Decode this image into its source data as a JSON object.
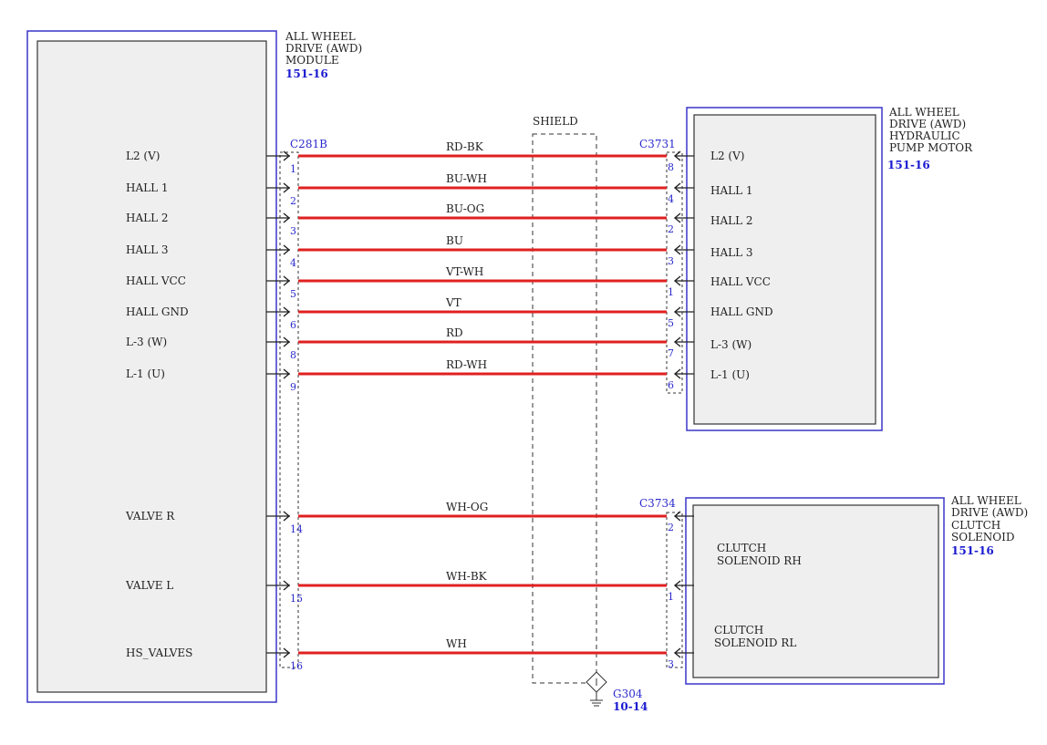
{
  "shield_label": "SHIELD",
  "colors": {
    "wire": "#e02020",
    "frame": "#3a35c8",
    "box_fill": "#efefef",
    "pin_text": "#2a2acc"
  },
  "module": {
    "title_lines": [
      "ALL WHEEL",
      "DRIVE (AWD)",
      "MODULE"
    ],
    "ref": "151-16",
    "connector": "C281B",
    "pins": [
      "L2 (V)",
      "HALL 1",
      "HALL 2",
      "HALL 3",
      "HALL VCC",
      "HALL GND",
      "L-3 (W)",
      "L-1 (U)",
      "VALVE R",
      "VALVE L",
      "HS_VALVES"
    ]
  },
  "pump": {
    "title_lines": [
      "ALL WHEEL",
      "DRIVE (AWD)",
      "HYDRAULIC",
      "PUMP MOTOR"
    ],
    "ref": "151-16",
    "connector": "C3731",
    "pins": [
      "L2 (V)",
      "HALL 1",
      "HALL 2",
      "HALL 3",
      "HALL VCC",
      "HALL GND",
      "L-3 (W)",
      "L-1 (U)"
    ]
  },
  "solenoid": {
    "title_lines": [
      "ALL WHEEL",
      "DRIVE (AWD)",
      "CLUTCH",
      "SOLENOID"
    ],
    "ref": "151-16",
    "connector": "C3734",
    "components": [
      {
        "lines": [
          "CLUTCH",
          "SOLENOID RH"
        ]
      },
      {
        "lines": [
          "CLUTCH",
          "SOLENOID RL"
        ]
      }
    ]
  },
  "wires": [
    {
      "color": "RD-BK",
      "left_pin": "1",
      "right_pin": "8"
    },
    {
      "color": "BU-WH",
      "left_pin": "2",
      "right_pin": "4"
    },
    {
      "color": "BU-OG",
      "left_pin": "3",
      "right_pin": "2"
    },
    {
      "color": "BU",
      "left_pin": "4",
      "right_pin": "3"
    },
    {
      "color": "VT-WH",
      "left_pin": "5",
      "right_pin": "1"
    },
    {
      "color": "VT",
      "left_pin": "6",
      "right_pin": "5"
    },
    {
      "color": "RD",
      "left_pin": "8",
      "right_pin": "7"
    },
    {
      "color": "RD-WH",
      "left_pin": "9",
      "right_pin": "6"
    },
    {
      "color": "WH-OG",
      "left_pin": "14",
      "right_pin": "2"
    },
    {
      "color": "WH-BK",
      "left_pin": "15",
      "right_pin": "1"
    },
    {
      "color": "WH",
      "left_pin": "16",
      "right_pin": "3"
    }
  ],
  "ground": {
    "name": "G304",
    "ref": "10-14"
  }
}
